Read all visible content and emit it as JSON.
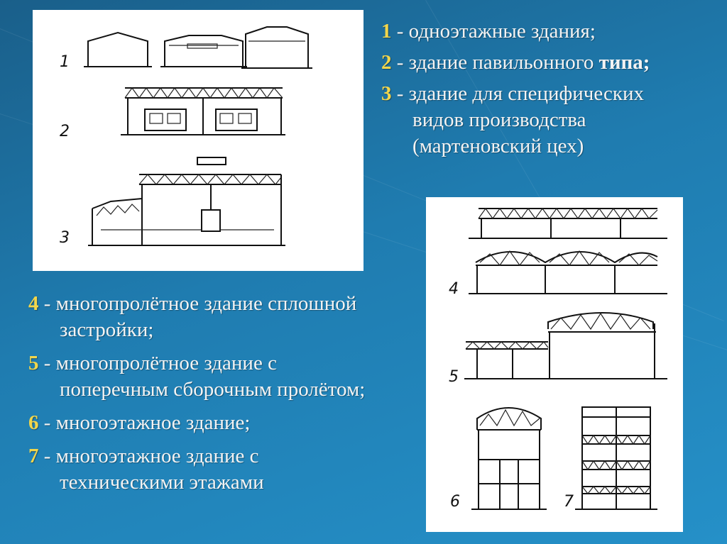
{
  "items_top": [
    {
      "num": "1",
      "text": " - одноэтажные здания;"
    },
    {
      "num": "2",
      "text": " - здание павильонного ",
      "bold": "типа;"
    },
    {
      "num": "3",
      "text": " - здание для специфических",
      "cont": [
        "видов производства",
        "(мартеновский цех)"
      ]
    }
  ],
  "items_bottom": [
    {
      "num": "4",
      "text": " - многопролётное здание сплошной",
      "cont": [
        "застройки;"
      ]
    },
    {
      "num": "5",
      "text": " - многопролётное здание с",
      "cont": [
        "поперечным сборочным пролётом;"
      ]
    },
    {
      "num": "6",
      "text": " - многоэтажное здание;"
    },
    {
      "num": "7",
      "text": " - многоэтажное здание с",
      "cont": [
        "техническими этажами"
      ]
    }
  ],
  "figure_labels": {
    "l1": "1",
    "l2": "2",
    "l3": "3",
    "l4": "4",
    "l5": "5",
    "l6": "6",
    "l7": "7"
  }
}
